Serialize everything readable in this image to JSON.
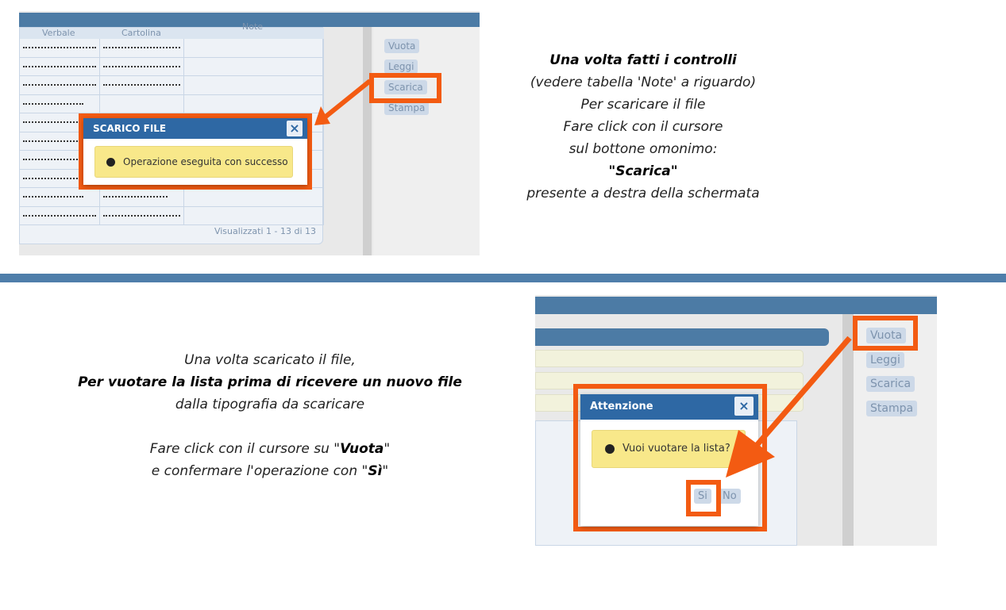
{
  "top_shot": {
    "columns": [
      "Verbale",
      "Cartolina",
      "Note"
    ],
    "footer": "Visualizzati 1 - 13 di 13",
    "side_buttons": [
      "Vuota",
      "Leggi",
      "Scarica",
      "Stampa"
    ],
    "dialog": {
      "title": "SCARICO FILE",
      "message": "Operazione eseguita con successo",
      "close": "×"
    }
  },
  "top_caption": {
    "l1": "Una volta fatti i controlli",
    "l2": "(vedere tabella 'Note' a riguardo)",
    "l3": "Per scaricare il file",
    "l4": "Fare click con il cursore",
    "l5": "sul bottone omonimo:",
    "l6": "\"Scarica\"",
    "l7": "presente a destra della schermata"
  },
  "bottom_caption": {
    "l1": "Una volta scaricato il file,",
    "l2": "Per vuotare la lista prima di ricevere un nuovo file",
    "l3": "dalla tipografia da scaricare",
    "l4a": "Fare click con il cursore su \"",
    "l4b": "Vuota",
    "l4c": "\"",
    "l5a": "e confermare l'operazione con \"",
    "l5b": "Sì",
    "l5c": "\""
  },
  "bottom_shot": {
    "side_buttons": [
      "Vuota",
      "Leggi",
      "Scarica",
      "Stampa"
    ],
    "dialog": {
      "title": "Attenzione",
      "message": "Vuoi vuotare la lista?",
      "close": "×",
      "yes": "Si",
      "no": "No"
    }
  },
  "colors": {
    "accent": "#f35b12",
    "header": "#4c7ba5",
    "dialog": "#2e68a4"
  }
}
